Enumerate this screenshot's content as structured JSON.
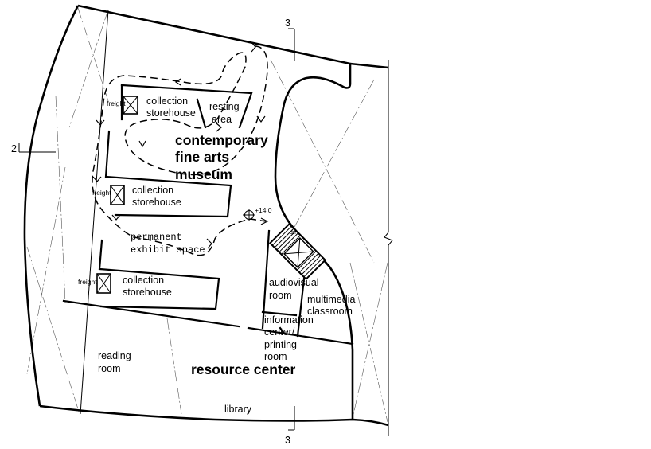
{
  "labels": {
    "collection_1": [
      "collection",
      "storehouse"
    ],
    "collection_2": [
      "collection",
      "storehouse"
    ],
    "collection_3": [
      "collection",
      "storehouse"
    ],
    "resting": [
      "resting",
      "area"
    ],
    "freight_1": "freight",
    "freight_2": "freight",
    "freight_3": "freight",
    "museum": [
      "contemporary",
      "fine arts",
      "museum"
    ],
    "permanent": [
      "permanent",
      "exhibit space"
    ],
    "elevation": "+14.0",
    "dn": "dn",
    "audiovisual": [
      "audiovisual",
      "room"
    ],
    "multimedia": [
      "multimedia",
      "classroom"
    ],
    "information": [
      "information",
      "center/",
      "printing",
      "room"
    ],
    "reading": [
      "reading",
      "room"
    ],
    "resource": "resource center",
    "library": "library"
  },
  "section_marks": {
    "top": "3",
    "bottom": "3",
    "left": "2"
  }
}
